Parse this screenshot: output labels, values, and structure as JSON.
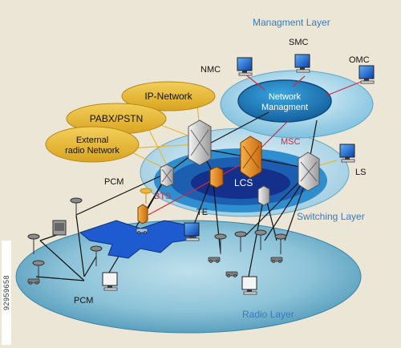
{
  "layers": {
    "management": "Managment Layer",
    "switching": "Switching Layer",
    "radio": "Radio Layer"
  },
  "nodes": {
    "nmc": "NMC",
    "smc": "SMC",
    "omc": "OMC",
    "network_management_line1": "Network",
    "network_management_line2": "Managment",
    "msc": "MSC",
    "lcs": "LCS",
    "ls": "LS",
    "te": "TE",
    "bts": "BTS",
    "pcm_top": "PCM",
    "pcm_bottom": "PCM"
  },
  "external_networks": {
    "ip_network": "IP-Network",
    "pabx_pstn": "PABX/PSTN",
    "external_radio_line1": "External",
    "external_radio_line2": "radio Network"
  },
  "side_tag": "92959658",
  "colors": {
    "background": "#ece6d6",
    "layer_label": "#3a7bbf",
    "msc_red": "#d7263d",
    "bts_red": "#d7263d",
    "external_oval": "#e8b93a",
    "network_mgmt_fill": "#1e86c8",
    "switching_dark": "#14308a",
    "radio_plane": "#7ab8d0",
    "mgmt_plane": "#a8d4e8"
  }
}
